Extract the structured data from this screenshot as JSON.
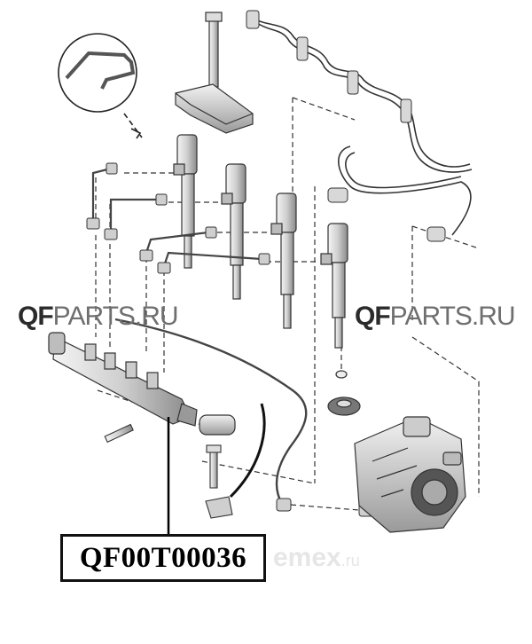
{
  "watermarks": {
    "left": {
      "strong": "QF",
      "light": "PARTS.RU"
    },
    "right": {
      "strong": "QF",
      "light": "PARTS.RU"
    },
    "faint": {
      "main": "emex",
      "suffix": ".ru"
    }
  },
  "callout": {
    "part_number": "QF00T00036"
  }
}
